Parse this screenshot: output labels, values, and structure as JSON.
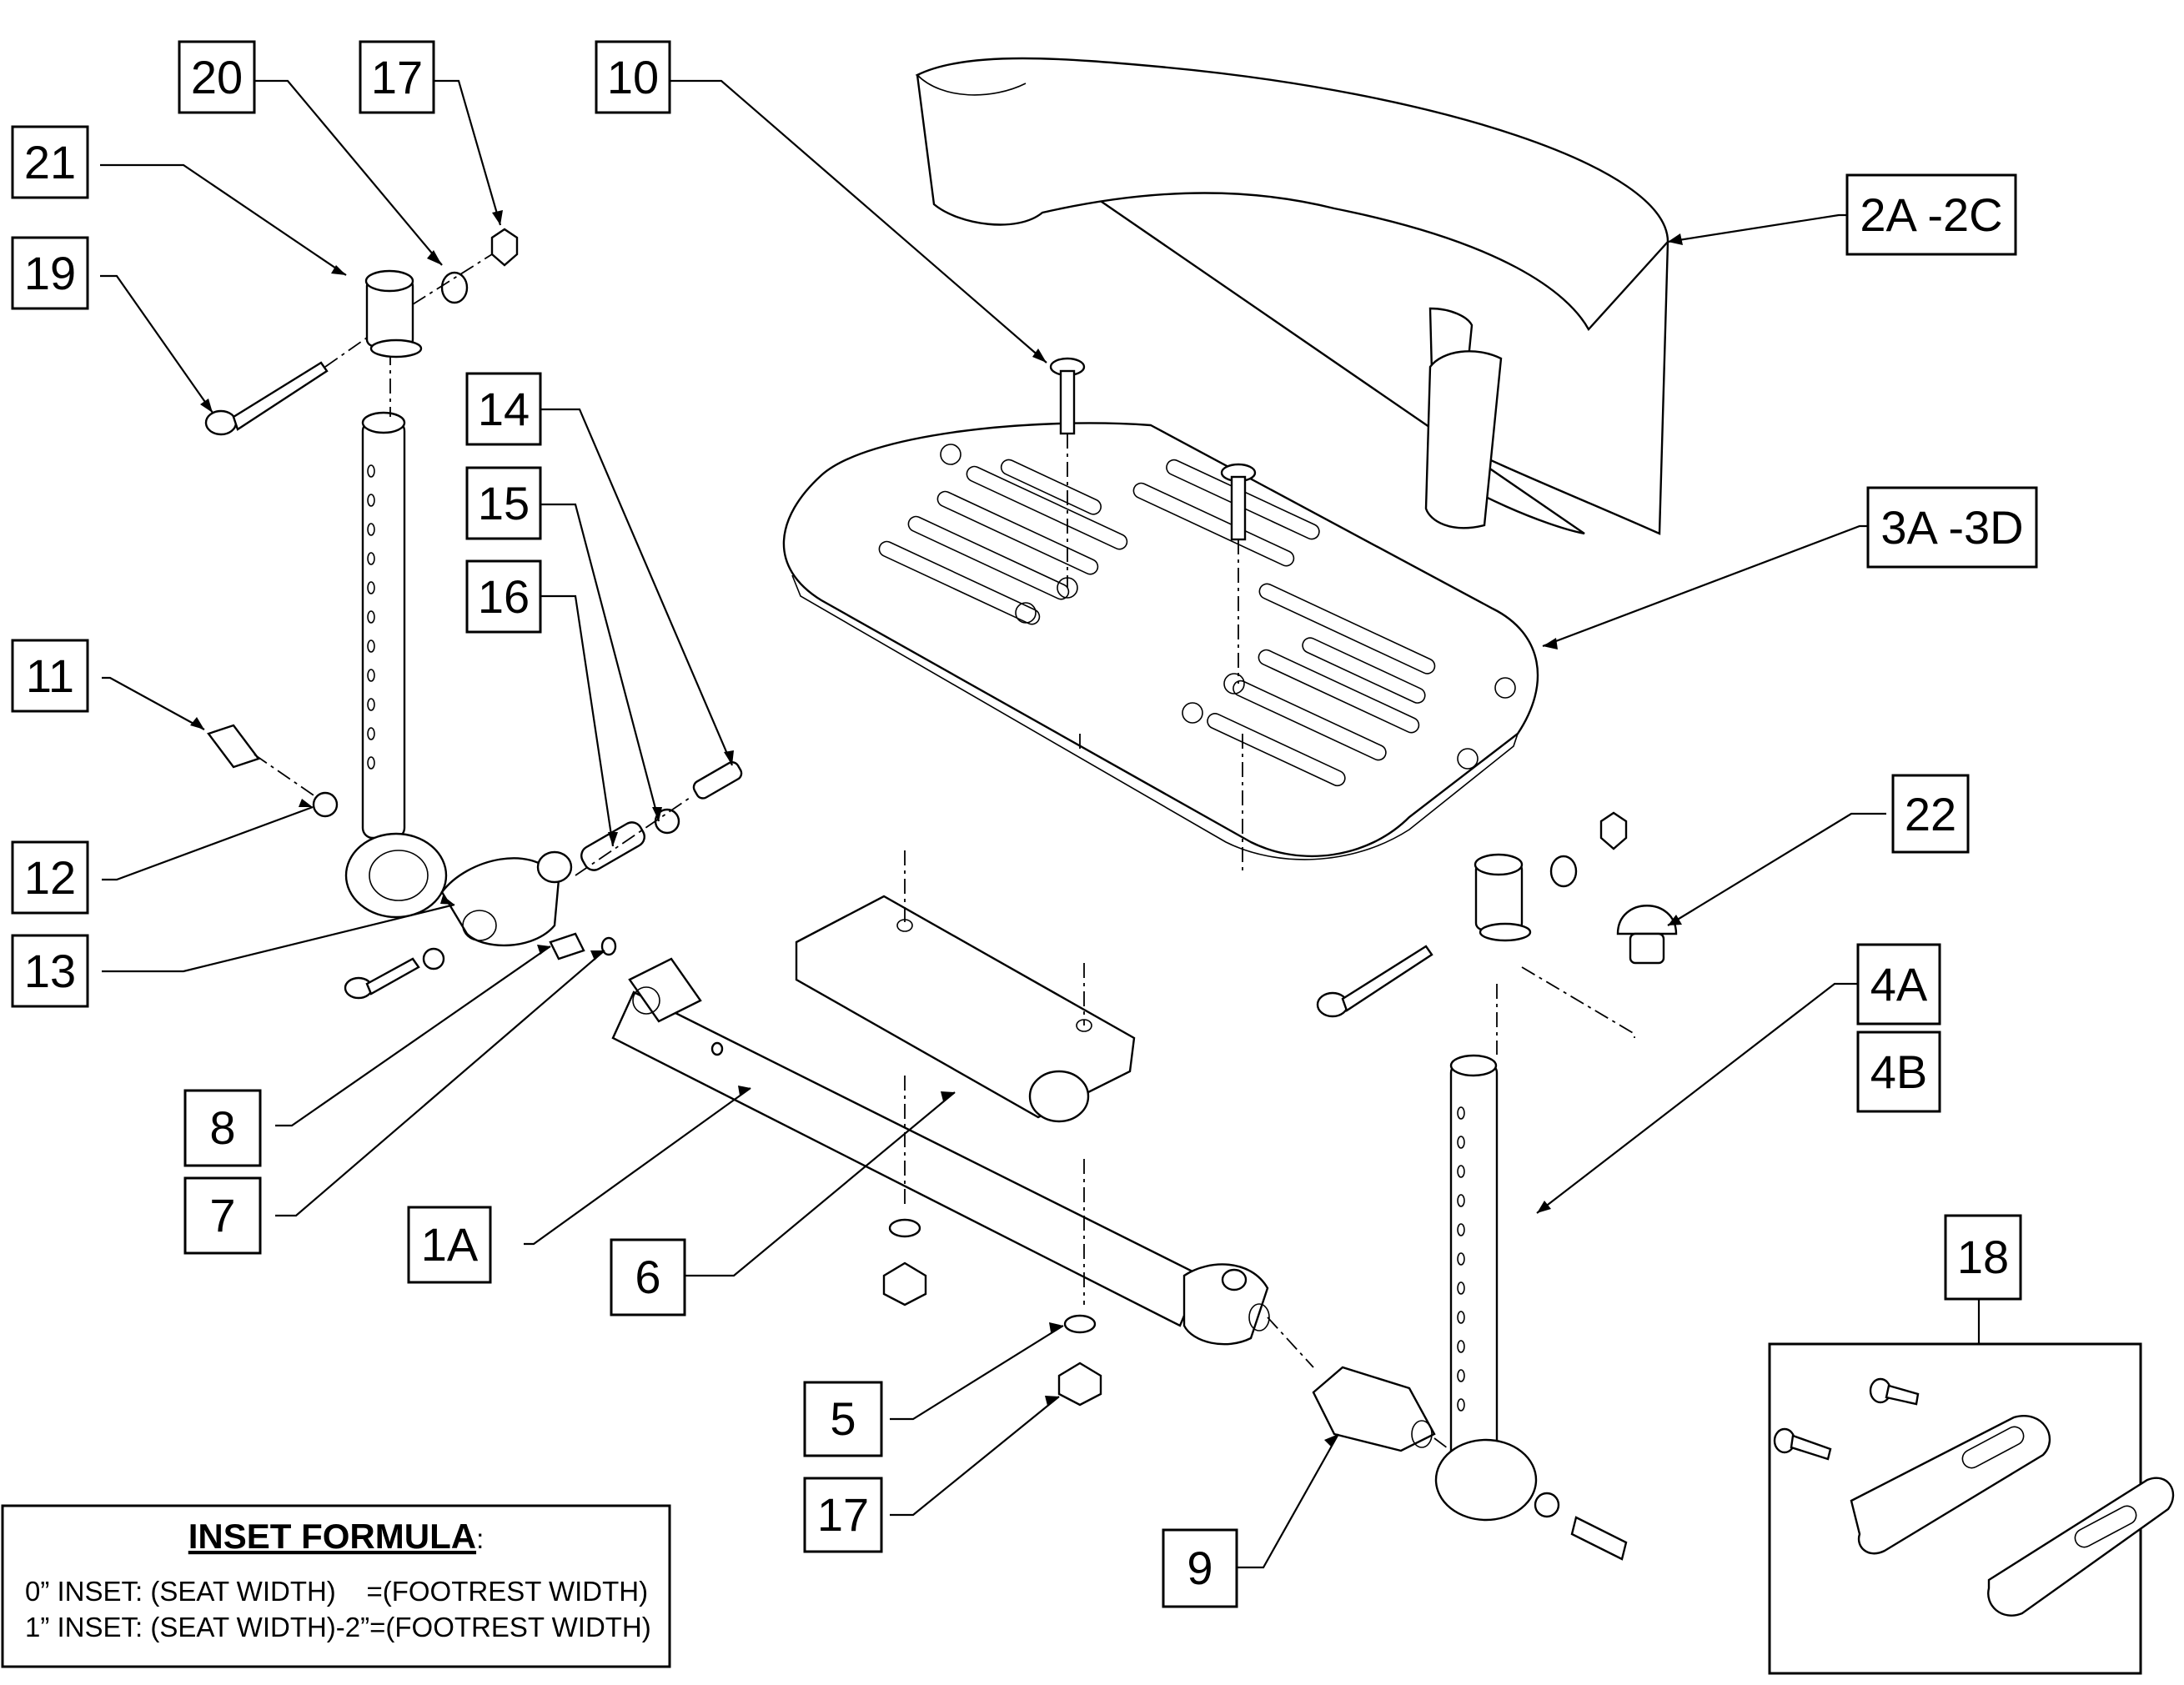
{
  "labels": [
    {
      "id": "20",
      "text": "20"
    },
    {
      "id": "17a",
      "text": "17"
    },
    {
      "id": "10",
      "text": "10"
    },
    {
      "id": "21",
      "text": "21"
    },
    {
      "id": "19",
      "text": "19"
    },
    {
      "id": "2a2c",
      "text": "2A -2C"
    },
    {
      "id": "14",
      "text": "14"
    },
    {
      "id": "15",
      "text": "15"
    },
    {
      "id": "16",
      "text": "16"
    },
    {
      "id": "3a3d",
      "text": "3A -3D"
    },
    {
      "id": "11",
      "text": "11"
    },
    {
      "id": "12",
      "text": "12"
    },
    {
      "id": "13",
      "text": "13"
    },
    {
      "id": "22",
      "text": "22"
    },
    {
      "id": "4a",
      "text": "4A"
    },
    {
      "id": "4b",
      "text": "4B"
    },
    {
      "id": "8",
      "text": "8"
    },
    {
      "id": "7",
      "text": "7"
    },
    {
      "id": "1a",
      "text": "1A"
    },
    {
      "id": "6",
      "text": "6"
    },
    {
      "id": "18",
      "text": "18"
    },
    {
      "id": "5",
      "text": "5"
    },
    {
      "id": "17b",
      "text": "17"
    },
    {
      "id": "9",
      "text": "9"
    }
  ],
  "inset": {
    "title": "INSET FORMULA",
    "title_suffix": ":",
    "line1": "0” INSET: (SEAT WIDTH)    =(FOOTREST WIDTH)",
    "line2": "1” INSET: (SEAT WIDTH)-2”=(FOOTREST WIDTH)"
  }
}
